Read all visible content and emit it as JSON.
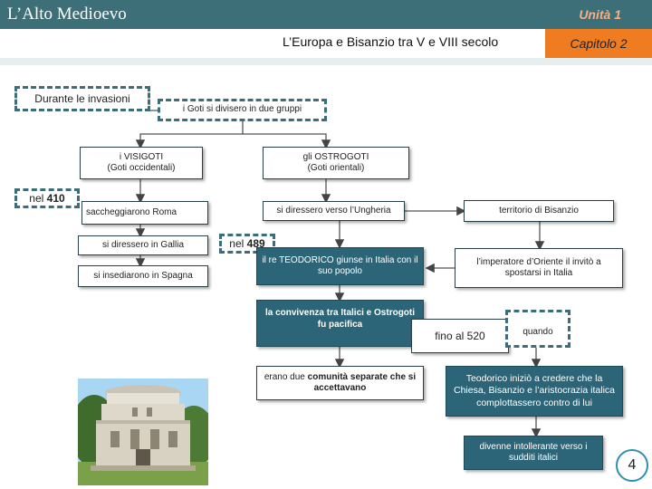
{
  "header": {
    "title": "L’Alto Medioevo",
    "unit": "Unità 1",
    "subtitle": "L’Europa e Bisanzio tra V e VIII secolo",
    "chapter": "Capitolo 2"
  },
  "nodes": {
    "invasioni": "Durante le invasioni",
    "goti": "i Goti si divisero in due gruppi",
    "visigoti_1": "i VISIGOTI",
    "visigoti_2": "(Goti occidentali)",
    "ostrogoti_1": "gli OSTROGOTI",
    "ostrogoti_2": "(Goti orientali)",
    "nel410_prefix": "nel",
    "nel410_year": "410",
    "roma": "saccheggiarono Roma",
    "gallia": "si diressero in Gallia",
    "spagna": "si insediarono in Spagna",
    "ungheria": "si diressero verso l’Ungheria",
    "bisanzio": "territorio di Bisanzio",
    "nel489_prefix": "nel",
    "nel489_year": "489",
    "teodorico": "il re TEODORICO giunse in Italia con il suo popolo",
    "imperatore": "l’imperatore d’Oriente il invitò a spostarsi in Italia",
    "convivenza": "la convivenza tra Italici e Ostrogoti fu pacifica",
    "fino520": "fino al 520",
    "quando": "quando",
    "comunita_pre": "erano due",
    "comunita_bold": "comunità separate che si accettavano",
    "sospetto": "Teodorico iniziò a credere che la Chiesa, Bisanzio e l’aristocrazia italica complottassero contro di lui",
    "intollerante": "divenne intollerante verso i sudditi italici"
  },
  "page_number": "4",
  "colors": {
    "header_bar": "#3d6f78",
    "unit_text": "#f4b183",
    "chapter_box": "#f07c22",
    "teal_node": "#2c6577",
    "dashed_border": "#3b6e78",
    "page_circle": "#2e8fb3"
  }
}
